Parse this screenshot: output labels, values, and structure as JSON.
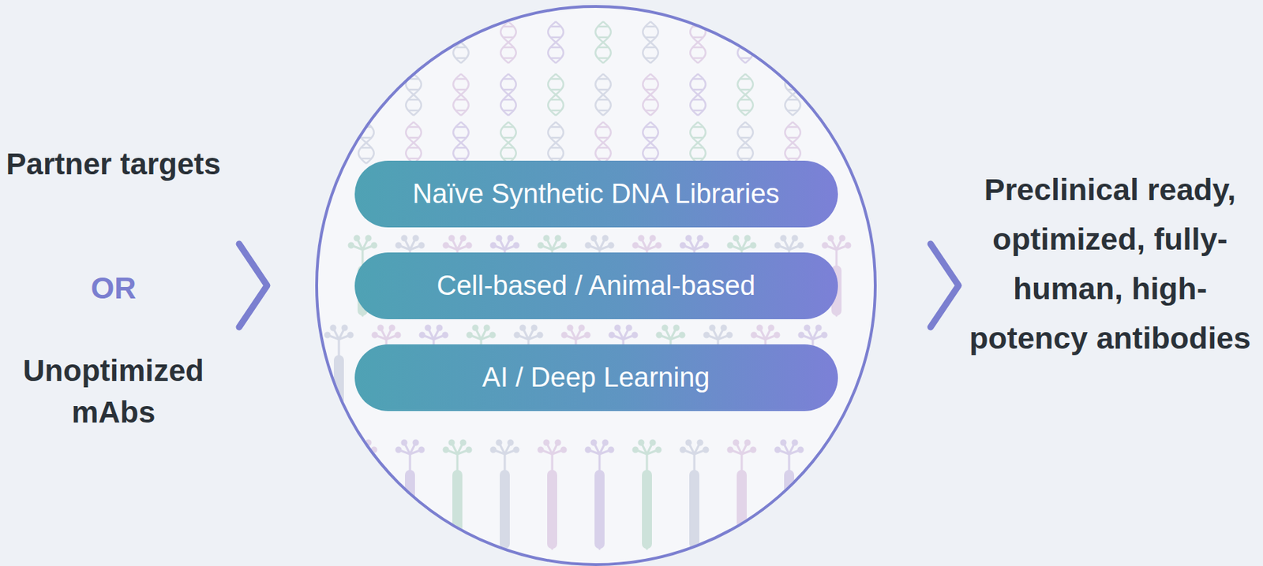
{
  "diagram": {
    "nodes": [
      {
        "text": [
          "Naïve Synthetic DNA Libraries"
        ]
      },
      {
        "text": [
          "Cell-based / Animal-based"
        ]
      },
      {
        "text": [
          "AI / Deep Learning"
        ]
      }
    ],
    "labels": [
      "Partner targets",
      "OR",
      "Unoptimized mAbs",
      "Preclinical ready, optimized, fully-human, high-potency antibodies"
    ]
  }
}
